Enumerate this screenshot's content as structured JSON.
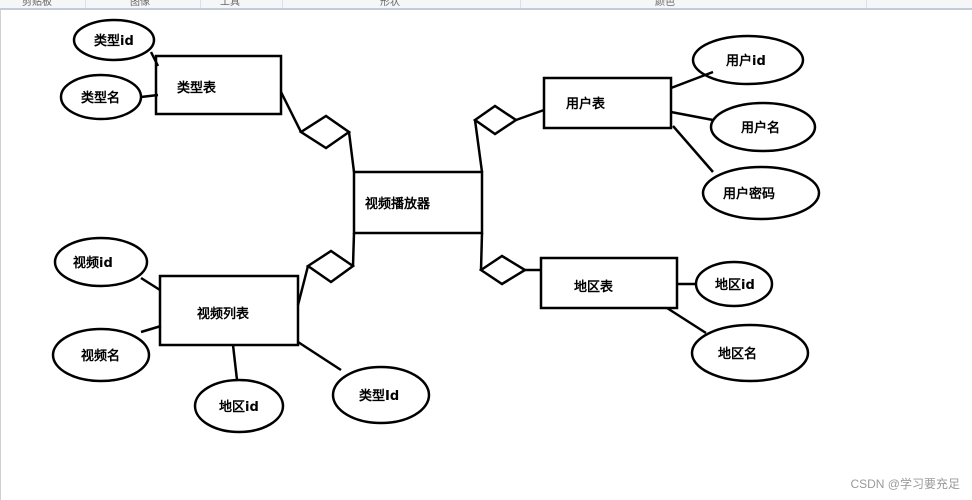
{
  "ribbon": {
    "groups": [
      "剪贴板",
      "图像",
      "工具",
      "形状",
      "颜色"
    ]
  },
  "diagram": {
    "center_entity": "视频播放器",
    "entities": {
      "type_table": "类型表",
      "user_table": "用户表",
      "region_table": "地区表",
      "video_list": "视频列表"
    },
    "attributes": {
      "type_id": "类型id",
      "type_name": "类型名",
      "user_id": "用户id",
      "user_name": "用户名",
      "user_password": "用户密码",
      "region_id": "地区id",
      "region_name": "地区名",
      "video_id": "视频id",
      "video_name": "视频名",
      "video_region_id": "地区id",
      "video_type_id": "类型Id"
    }
  },
  "watermark": "CSDN @学习要充足"
}
